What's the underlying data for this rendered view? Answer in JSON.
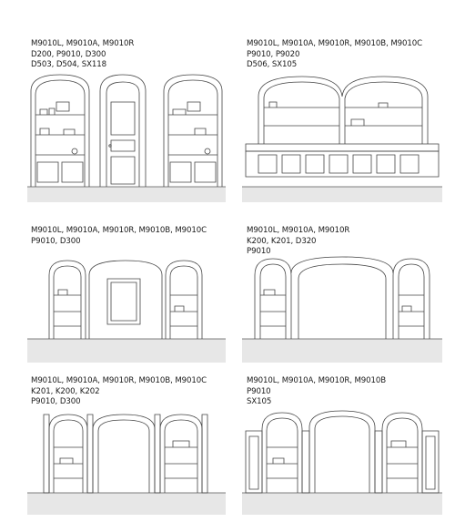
{
  "panels": [
    {
      "lines": [
        "M9010L, M9010A, M9010R",
        "D200, P9010, D300",
        "D503, D504, SX118"
      ]
    },
    {
      "lines": [
        "M9010L, M9010A, M9010R, M9010B, M9010C",
        "P9010, P9020",
        "D506, SX105"
      ]
    },
    {
      "lines": [
        "M9010L, M9010A, M9010R, M9010B, M9010C",
        "P9010, D300"
      ]
    },
    {
      "lines": [
        "M9010L, M9010A, M9010R",
        "K200, K201, D320",
        "P9010"
      ]
    },
    {
      "lines": [
        "M9010L, M9010A, M9010R, M9010B, M9010C",
        "K201, K200, K202",
        "P9010, D300"
      ]
    },
    {
      "lines": [
        "M9010L, M9010A, M9010R, M9010B",
        "P9010",
        "SX105"
      ]
    }
  ]
}
